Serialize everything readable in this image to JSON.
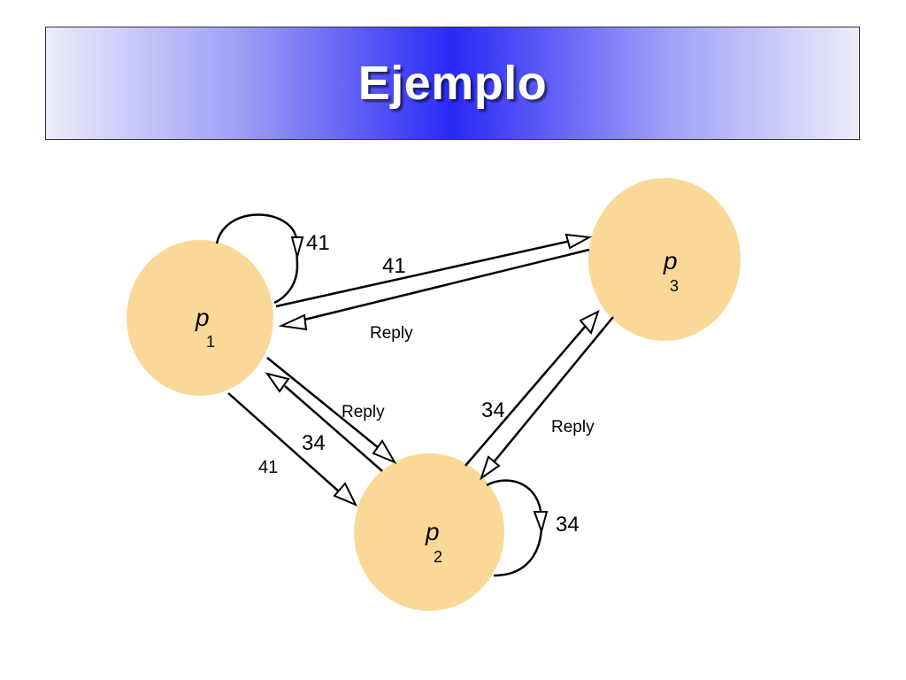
{
  "title": "Ejemplo",
  "colors": {
    "node_fill": "#fad998",
    "banner_center": "#2929f7",
    "banner_edge": "#ececfb"
  },
  "nodes": [
    {
      "id": "p1",
      "letter": "p",
      "sub": "1"
    },
    {
      "id": "p2",
      "letter": "p",
      "sub": "2"
    },
    {
      "id": "p3",
      "letter": "p",
      "sub": "3"
    }
  ],
  "edges": {
    "p1_self": "41",
    "p1_to_p3": "41",
    "p3_to_p1_reply": "Reply",
    "p1_to_p2": "41",
    "p2_to_p1": "34",
    "p1_to_p2_reply": "Reply",
    "p2_to_p3": "34",
    "p3_to_p2_reply": "Reply",
    "p2_self": "34"
  }
}
